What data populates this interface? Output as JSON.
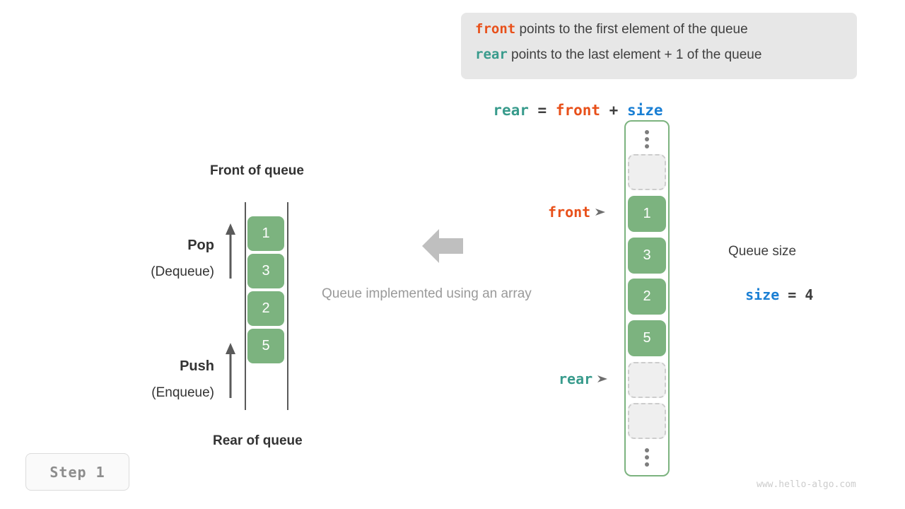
{
  "legend": {
    "line1": {
      "keyword": "front",
      "text": "points to the first element of the queue",
      "color": "#e8501a"
    },
    "line2": {
      "keyword": "rear",
      "text": "points to the last element + 1 of the queue",
      "color": "#389b8c"
    }
  },
  "formula": {
    "lhs": "rear",
    "eq": " = ",
    "op1": "front",
    "plus": " + ",
    "op2": "size"
  },
  "left_queue": {
    "top_label": "Front of queue",
    "bottom_label": "Rear of queue",
    "pop_label": "Pop",
    "pop_sublabel": "(Dequeue)",
    "push_label": "Push",
    "push_sublabel": "(Enqueue)",
    "cells": [
      "1",
      "3",
      "2",
      "5"
    ]
  },
  "middle": {
    "caption": "Queue implemented using an array",
    "arrow_direction": "left"
  },
  "array": {
    "top_ellipsis": "⋮",
    "bottom_ellipsis": "⋮",
    "cells": [
      {
        "value": "",
        "state": "empty"
      },
      {
        "value": "1",
        "state": "filled"
      },
      {
        "value": "3",
        "state": "filled"
      },
      {
        "value": "2",
        "state": "filled"
      },
      {
        "value": "5",
        "state": "filled"
      },
      {
        "value": "",
        "state": "empty"
      },
      {
        "value": "",
        "state": "empty"
      }
    ],
    "border_color": "#7cb37f",
    "fill_color": "#7cb37f",
    "empty_color": "#efefef"
  },
  "pointers": {
    "front": {
      "label": "front",
      "color": "#e8501a"
    },
    "rear": {
      "label": "rear",
      "color": "#389b8c"
    }
  },
  "size_info": {
    "title": "Queue size",
    "name": "size",
    "eq": " = ",
    "value": "4",
    "name_color": "#1a7fd4"
  },
  "step_badge": {
    "label": "Step 1"
  },
  "watermark": {
    "text": "www.hello-algo.com"
  }
}
